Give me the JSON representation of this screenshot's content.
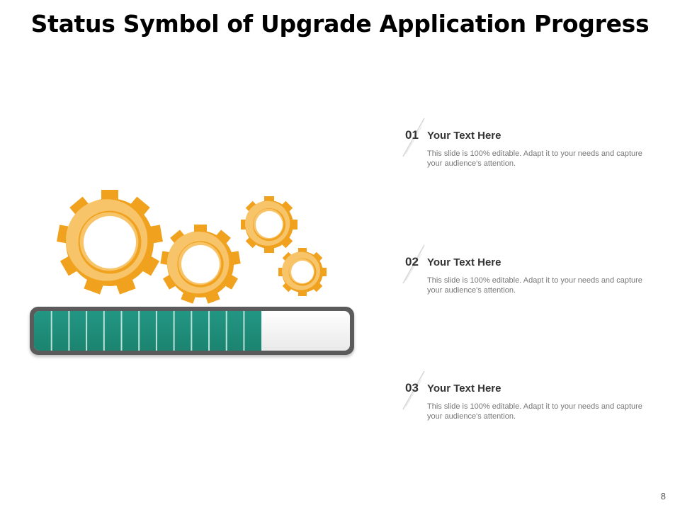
{
  "title": "Status Symbol of Upgrade Application Progress",
  "progress": {
    "percent": 72,
    "segments": 13,
    "fill_color": "#229683"
  },
  "gear_colors": {
    "dark": "#F0A21E",
    "light": "#F8C46A"
  },
  "items": [
    {
      "number": "01",
      "heading": "Your  Text Here",
      "desc": "This slide is 100% editable. Adapt it to your needs and capture your audience's attention."
    },
    {
      "number": "02",
      "heading": "Your  Text Here",
      "desc": "This slide is 100% editable. Adapt it to your needs and capture your audience's attention."
    },
    {
      "number": "03",
      "heading": "Your  Text Here",
      "desc": "This slide is 100% editable. Adapt it to your needs and capture your audience's attention."
    }
  ],
  "page_number": "8"
}
